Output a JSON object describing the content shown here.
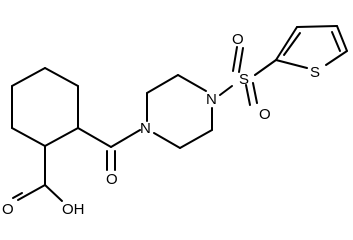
{
  "molecule": {
    "atoms": {
      "hydroxyl": "OH",
      "carboxyl_oxygen": "O",
      "carbonyl_oxygen": "O",
      "nitrogen_amide": "N",
      "nitrogen_sulfonyl": "N",
      "sulfur_sulfonyl": "S",
      "sulfonyl_oxygen_top": "O",
      "sulfonyl_oxygen_bottom": "O",
      "thiophene_sulfur": "S"
    }
  }
}
